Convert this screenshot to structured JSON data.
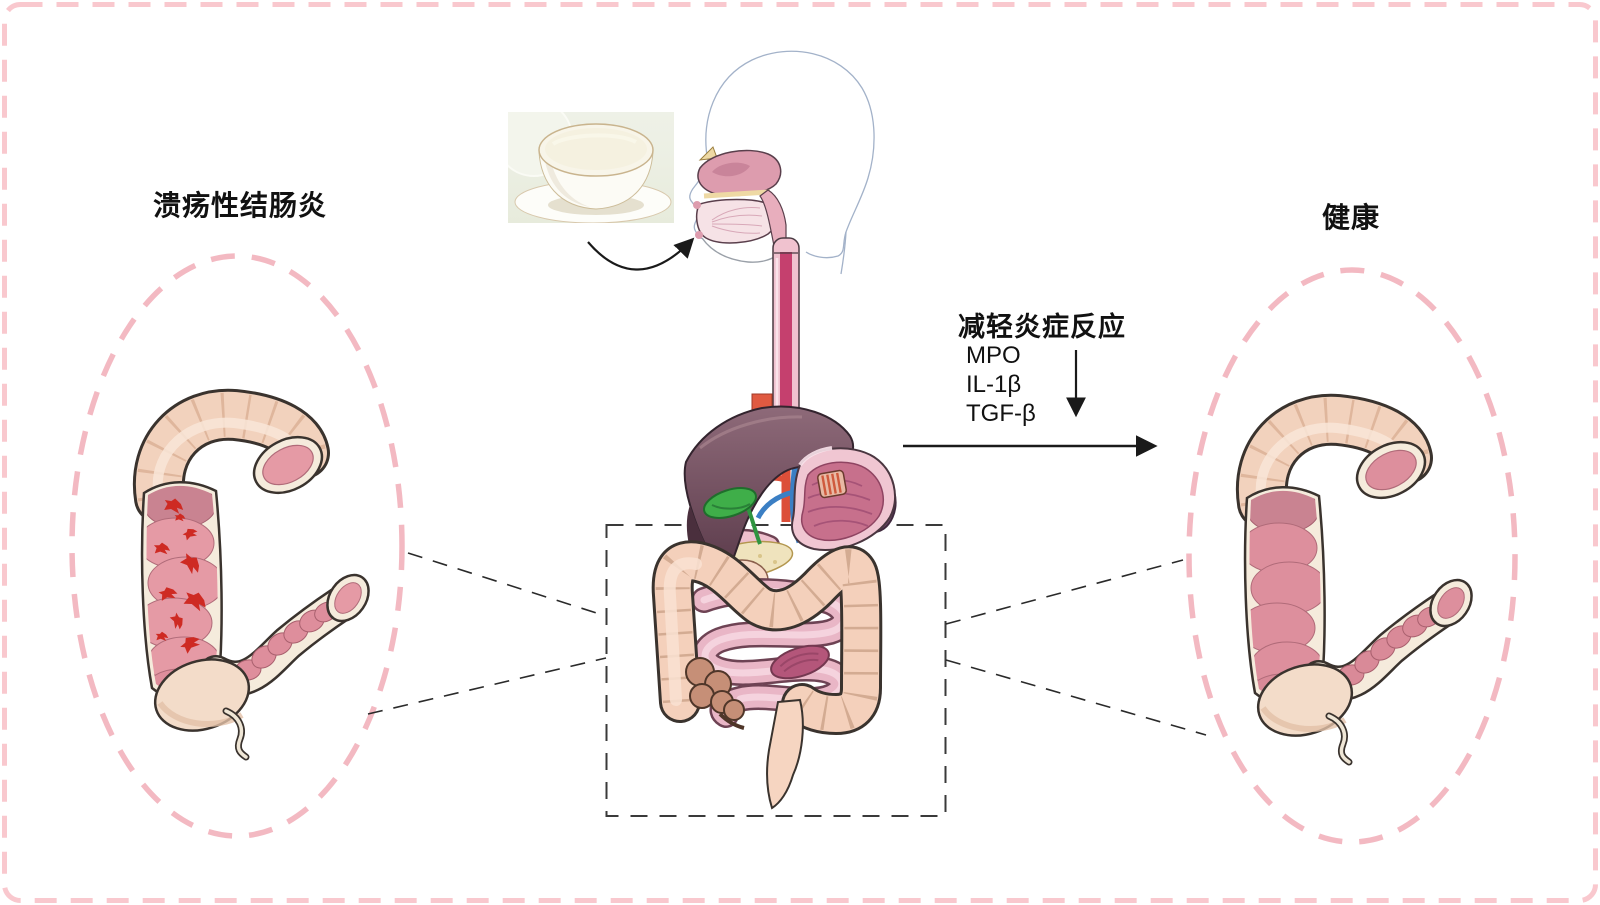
{
  "figure": {
    "type": "graphical-abstract",
    "left_panel": {
      "label": "溃疡性结肠炎",
      "state": "ulcerative-colitis"
    },
    "right_panel": {
      "label": "健康",
      "state": "healthy"
    },
    "mechanism": {
      "title": "减轻炎症反应",
      "markers": [
        "MPO",
        "IL-1β",
        "TGF-β"
      ]
    },
    "photo": {
      "subject": "fermented-milk-bowl"
    },
    "colors": {
      "border_pink": "#f9c8ce",
      "ellipse_pink": "#f3b9c2",
      "ulcer_red": "#ce2a23",
      "ink": "#1a1a1a",
      "focus_dash": "#3a3a3a",
      "liver": "#7c5a6a",
      "gallbladder": "#3fae49",
      "stomach_mucosa": "#c7708c",
      "colon_wall": "#f4d0bb"
    }
  }
}
